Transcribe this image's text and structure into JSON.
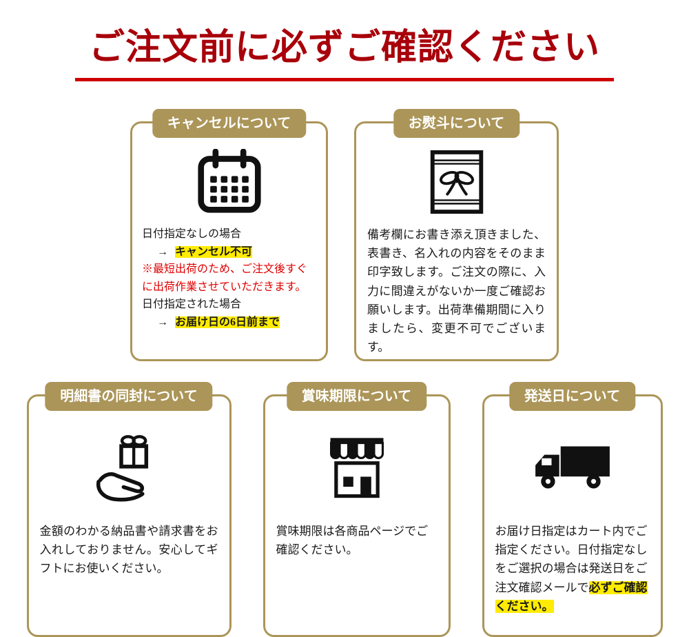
{
  "header": {
    "title": "ご注文前に必ずご確認ください"
  },
  "cards": {
    "cancel": {
      "badge": "キャンセルについて",
      "icon": "calendar-icon",
      "case1_label": "日付指定なしの場合",
      "arrow": "→",
      "case1_result": "キャンセル不可",
      "note": "※最短出荷のため、ご注文後すぐに出荷作業させていただきます。",
      "case2_label": "日付指定された場合",
      "case2_result": "お届け日の6日前まで"
    },
    "noshi": {
      "badge": "お熨斗について",
      "icon": "gift-wrap-noshi-icon",
      "body": "備考欄にお書き添え頂きました、表書き、名入れの内容をそのまま印字致します。ご注文の際に、入力に間違えがないか一度ご確認お願いします。出荷準備期間に入りましたら、変更不可でございます。"
    },
    "statement": {
      "badge": "明細書の同封について",
      "icon": "hand-gift-icon",
      "body": "金額のわかる納品書や請求書をお入れしておりません。安心してギフトにお使いください。"
    },
    "expiry": {
      "badge": "賞味期限について",
      "icon": "storefront-icon",
      "body": "賞味期限は各商品ページでご確認ください。"
    },
    "shipping": {
      "badge": "発送日について",
      "icon": "delivery-truck-icon",
      "body_plain": "お届け日指定はカート内でご指定ください。日付指定なしをご選択の場合は発送日をご注文確認メールで",
      "body_highlight": "必ずご確認ください。"
    }
  },
  "colors": {
    "title_red": "#a8000a",
    "underline_red": "#cf0000",
    "gold": "#ab9558",
    "highlight_yellow": "#ffec00",
    "note_red": "#e00000",
    "icon_black": "#111111"
  }
}
